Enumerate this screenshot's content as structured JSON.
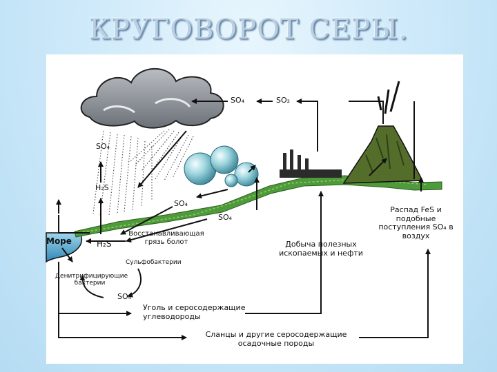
{
  "title": "КРУГОВОРОТ СЕРЫ.",
  "labels": {
    "so4_cloud": "SO₄",
    "so2": "SO₂",
    "so4_left": "SO₄",
    "h2s_top": "H₂S",
    "so4_mid": "SO₄",
    "so4_mid2": "SO₄",
    "sea": "Море",
    "h2s_bottom": "H₂S",
    "swamp": "Восстанавливающая\nгрязь болот",
    "sulfobacteria": "Сульфобактерии",
    "denitrifying": "Денитрифицирующие\nбактерии",
    "so4_bottom": "SO₄",
    "coal": "Уголь и серосодержащие\nуглеводороды",
    "shale": "Сланцы и другие серосодержащие\nосадочные породы",
    "mining": "Добыча полезных\nископаемых и нефти",
    "fes": "Распад FeS и\nподобные\nпоступления SO₄ в\nвоздух"
  },
  "colors": {
    "background": "#bfe3f7",
    "cloud": "#8a8f96",
    "ground": "#3f7d2f",
    "volcano": "#4b6b2a",
    "water": "#5bb3d6",
    "bubble": "#9fd6df"
  }
}
